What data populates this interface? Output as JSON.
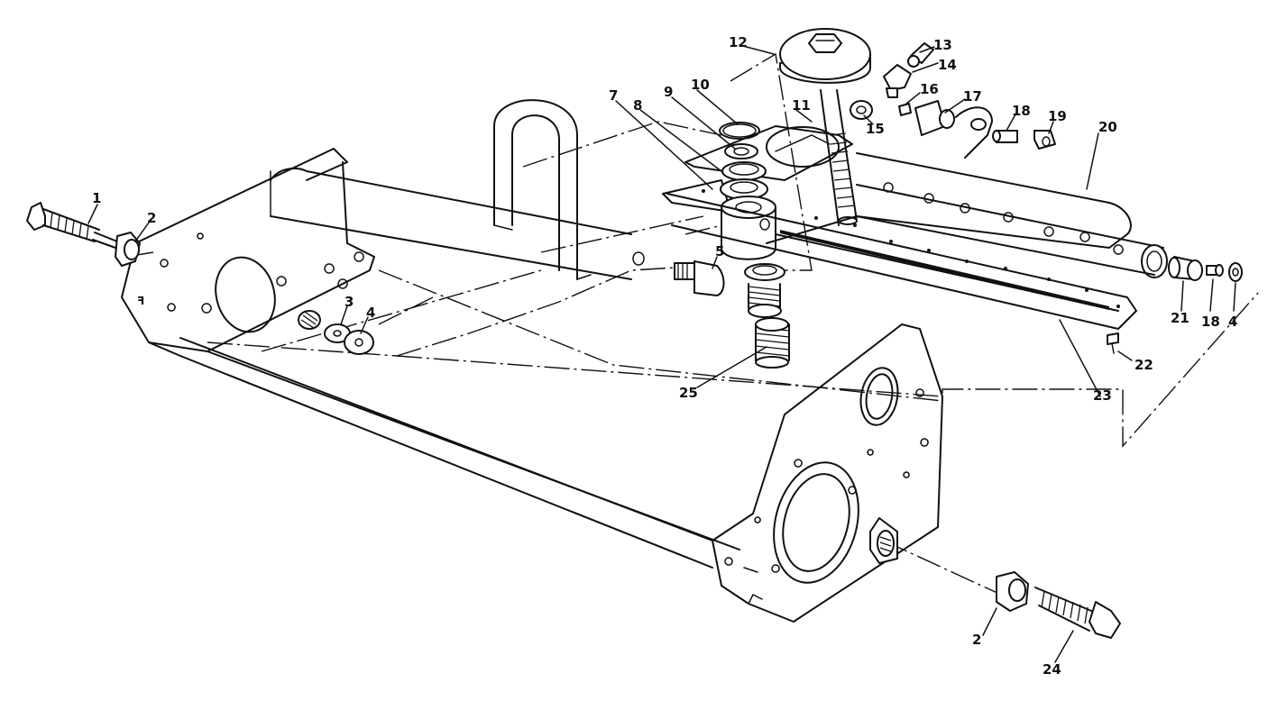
{
  "figure": {
    "type": "exploded parts diagram",
    "callouts": [
      "1",
      "2",
      "3",
      "4",
      "5",
      "7",
      "8",
      "9",
      "10",
      "11",
      "12",
      "13",
      "14",
      "15",
      "16",
      "17",
      "18",
      "19",
      "20",
      "21",
      "18",
      "4",
      "22",
      "23",
      "25",
      "2",
      "24"
    ],
    "line_color": "#111111",
    "background": "#ffffff"
  }
}
